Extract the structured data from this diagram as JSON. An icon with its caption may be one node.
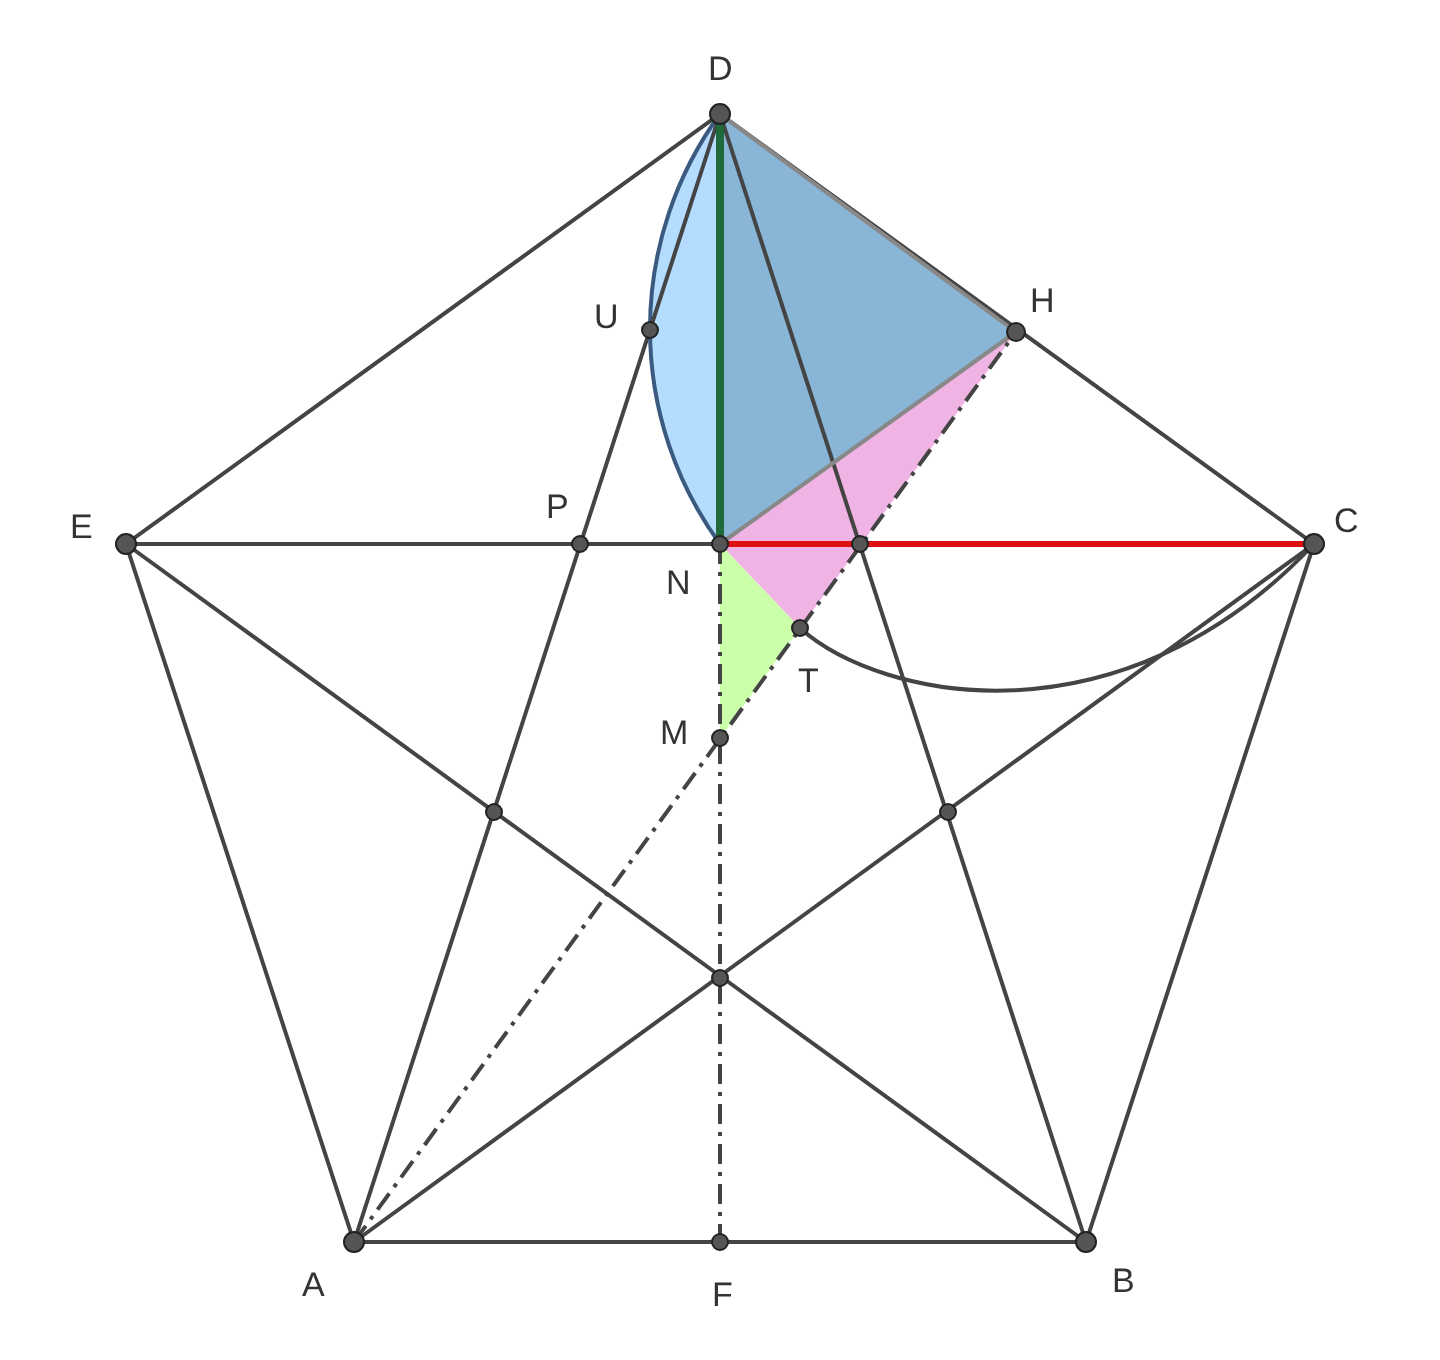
{
  "diagram": {
    "labels": [
      "D",
      "U",
      "H",
      "E",
      "P",
      "N",
      "C",
      "T",
      "M",
      "A",
      "F",
      "B"
    ]
  }
}
